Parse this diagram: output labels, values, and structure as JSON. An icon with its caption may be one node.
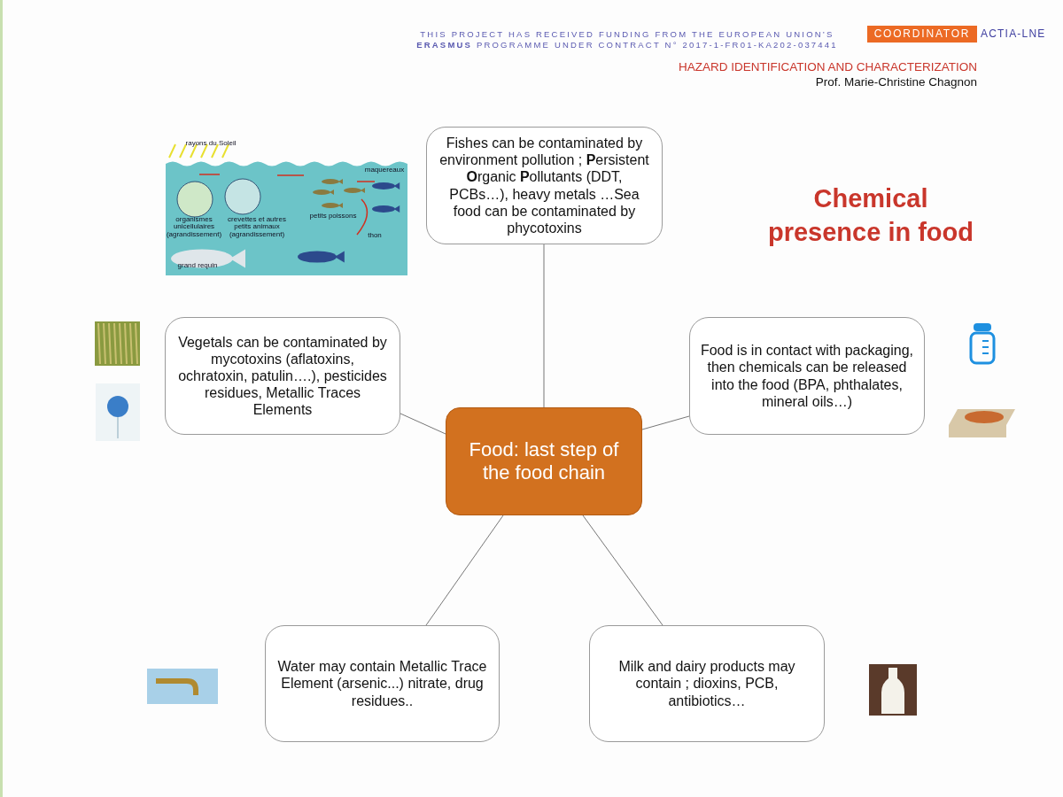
{
  "diagram": {
    "title": "Chemical presence in food",
    "nodes": [
      {
        "text": [
          "Food: last step of the food chain"
        ]
      },
      {
        "text": [
          "Fishes can be  contaminated by environment pollution ; **P**ersistent **O**rganic **P**ollutants (DDT, PCBs…), heavy metals …Sea food can be contaminated by phycotoxins"
        ]
      },
      {
        "text": [
          "Vegetals can be contaminated by mycotoxins (aflatoxins, ochratoxin, patulin….), pesticides residues, Metallic Traces Elements"
        ]
      },
      {
        "text": [
          "Food is  in contact with packaging, then  chemicals can be released into the food (BPA, phthalates, mineral oils…)"
        ]
      },
      {
        "text": [
          "Water may contain Metallic Trace Element (arsenic...) nitrate, drug residues.."
        ]
      },
      {
        "text": [
          "Milk and dairy products may contain  ; dioxins, PCB, antibiotics…"
        ]
      }
    ],
    "edges": [
      {
        "from": 0,
        "to": 1,
        "arrow": "none"
      },
      {
        "from": 0,
        "to": 2,
        "arrow": "none"
      },
      {
        "from": 0,
        "to": 3,
        "arrow": "none"
      },
      {
        "from": 0,
        "to": 4,
        "arrow": "none"
      },
      {
        "from": 0,
        "to": 5,
        "arrow": "none"
      }
    ],
    "labels": [
      "THIS PROJECT HAS RECEIVED FUNDING FROM THE EUROPEAN UNION’S **ERASMUS** PROGRAMME UNDER CONTRACT N° 2017-1-FR01-KA202-037441",
      "COORDINATOR",
      "ACTIA-LNE",
      "HAZARD IDENTIFICATION AND CHARACTERIZATION",
      "Prof. Marie-Christine Chagnon",
      "rayons du Soleil",
      "maquereaux",
      "petits poissons",
      "organismes unicellulaires (agrandissement)",
      "crevettes et autres petits animaux (agrandissement)",
      "thon",
      "grand requin"
    ]
  }
}
